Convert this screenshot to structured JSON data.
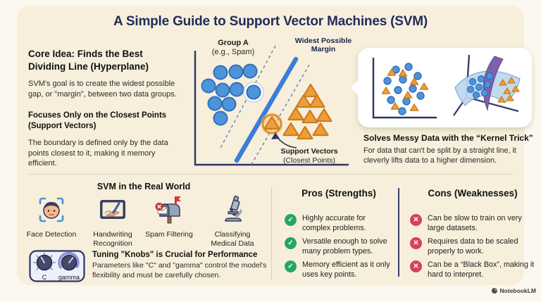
{
  "title": "A Simple Guide to Support Vector Machines (SVM)",
  "core_idea": {
    "heading": "Core Idea: Finds the Best Dividing Line (Hyperplane)",
    "body": "SVM's goal is to create the widest possible gap, or \"margin\", between two data groups.",
    "sub_heading": "Focuses Only on the Closest Points (Support Vectors)",
    "sub_body": "The boundary is defined only by the data points closest to it, making it memory efficient."
  },
  "diagram": {
    "group_label": "Group A",
    "group_sublabel": "(e.g., Spam)",
    "margin_label_line1": "Widest Possible",
    "margin_label_line2": "Margin",
    "support_label": "Support Vectors",
    "support_sublabel": "(Closest Points)"
  },
  "kernel": {
    "heading": "Solves Messy Data with the “Kernel Trick”",
    "body": "For data that can't be split by a straight line, it cleverly lifts data to a higher dimension."
  },
  "real_world": {
    "heading": "SVM in the Real World",
    "items": [
      {
        "icon": "face-detection-icon",
        "label": "Face Detection"
      },
      {
        "icon": "handwriting-recognition-icon",
        "label": "Handwriting Recognition"
      },
      {
        "icon": "spam-filtering-icon",
        "label": "Spam Filtering"
      },
      {
        "icon": "classifying-medical-data-icon",
        "label": "Classifying Medical Data"
      }
    ]
  },
  "tuning": {
    "heading": "Tuning \"Knobs\" is Crucial for Performance",
    "body": "Parameters like \"C\" and \"gamma\" control the model's flexibility and must be carefully chosen.",
    "knob_c_label": "C",
    "knob_gamma_label": "gamma"
  },
  "pros": {
    "heading": "Pros (Strengths)",
    "items": [
      "Highly accurate for complex problems.",
      "Versatile enough to solve many problem types.",
      "Memory efficient as it only uses key points."
    ]
  },
  "cons": {
    "heading": "Cons (Weaknesses)",
    "items": [
      "Can be slow to train on very large datasets.",
      "Requires data to be scaled properly to work.",
      "Can be a “Black Box”, making it hard to interpret."
    ]
  },
  "icons": {
    "check": "✓",
    "cross": "✕"
  },
  "watermark": "NotebookLM",
  "colors": {
    "panel_cream": "#f7efdb",
    "title_navy": "#1f2c5c",
    "hyperplane_blue": "#3b7dd8",
    "point_blue": "#4e94d8",
    "point_orange": "#f09d3c",
    "pro_green": "#27a567",
    "con_red": "#d6405c",
    "axis_navy": "#2b3566"
  }
}
